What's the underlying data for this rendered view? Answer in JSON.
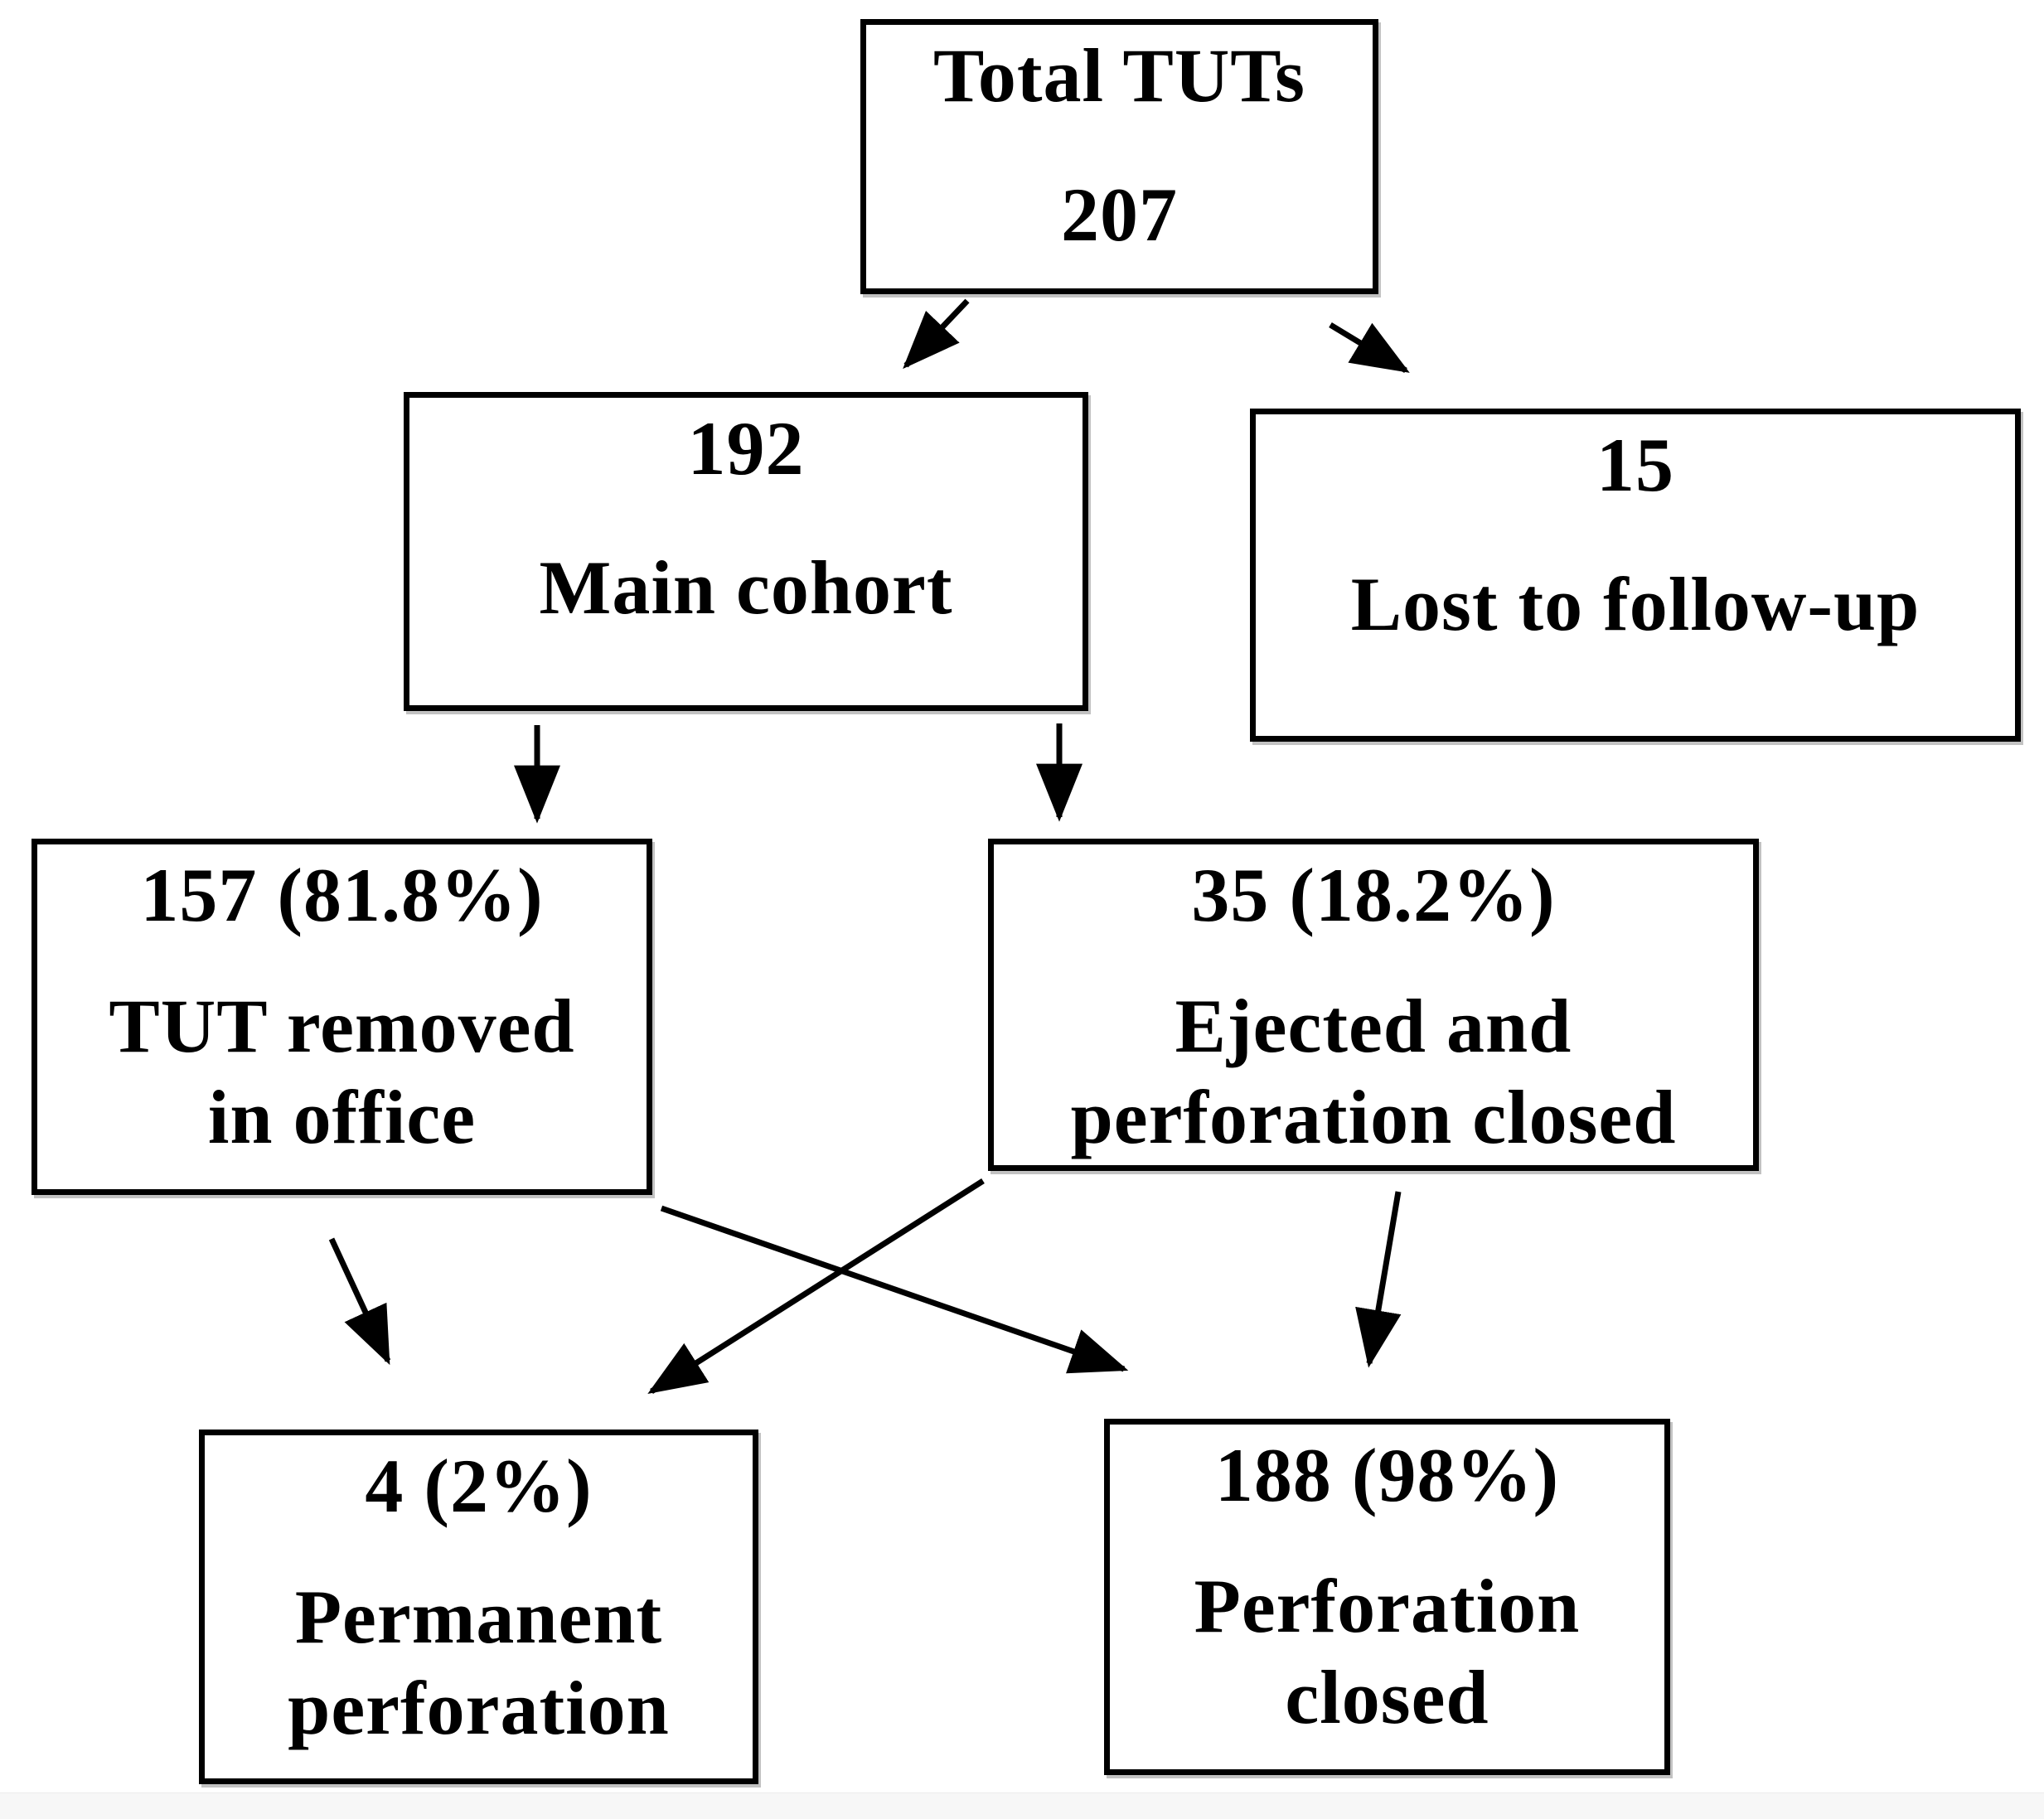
{
  "figure": {
    "type": "flowchart",
    "description": "Patient flow diagram of tympanostomy tubes (TUTs) outcomes"
  },
  "nodes": {
    "total": {
      "label": "Total TUTs",
      "count": "207",
      "lines": [
        "Total TUTs",
        "207"
      ]
    },
    "main": {
      "label": "Main cohort",
      "count": "192",
      "lines": [
        "192",
        "Main cohort"
      ]
    },
    "lost": {
      "label": "Lost to follow-up",
      "count": "15",
      "lines": [
        "15",
        "Lost to follow-up"
      ]
    },
    "removed": {
      "label": "TUT removed in office",
      "count": "157 (81.8%)",
      "lines": [
        "157 (81.8%)",
        "TUT removed",
        "in office"
      ]
    },
    "ejected": {
      "label": "Ejected and perforation closed",
      "count": "35 (18.2%)",
      "lines": [
        "35 (18.2%)",
        "Ejected and",
        "perforation closed"
      ]
    },
    "permanent": {
      "label": "Permanent perforation",
      "count": "4 (2%)",
      "lines": [
        "4 (2%)",
        "Permanent",
        "perforation"
      ]
    },
    "closed": {
      "label": "Perforation closed",
      "count": "188 (98%)",
      "lines": [
        "188 (98%)",
        "Perforation",
        "closed"
      ]
    }
  },
  "edges": [
    {
      "from": "total",
      "to": "main"
    },
    {
      "from": "total",
      "to": "lost"
    },
    {
      "from": "main",
      "to": "removed"
    },
    {
      "from": "main",
      "to": "ejected"
    },
    {
      "from": "removed",
      "to": "permanent"
    },
    {
      "from": "removed",
      "to": "closed"
    },
    {
      "from": "ejected",
      "to": "permanent"
    },
    {
      "from": "ejected",
      "to": "closed"
    }
  ],
  "colors": {
    "line": "#000000",
    "background": "#ffffff",
    "box_border": "#000000",
    "box_shadow": "#c2c2c2"
  }
}
